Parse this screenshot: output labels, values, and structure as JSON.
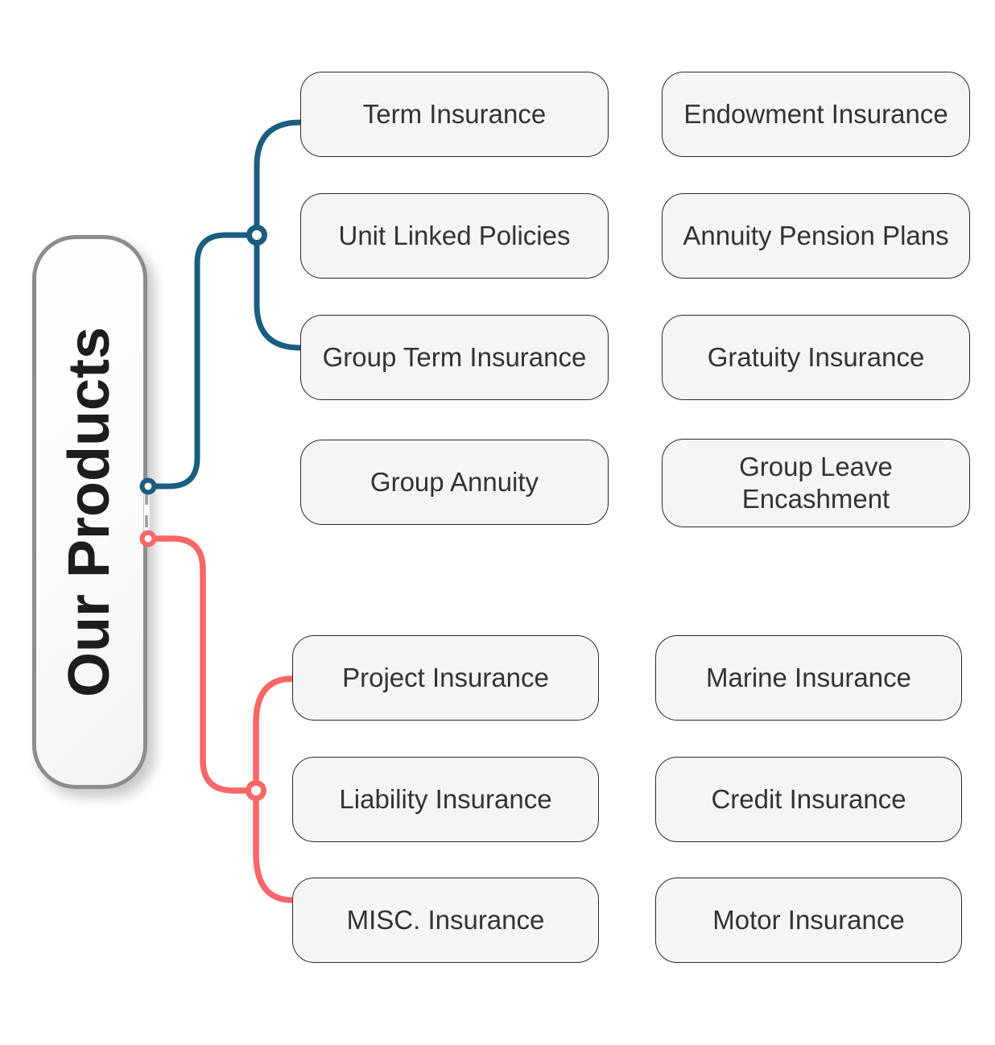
{
  "root": {
    "label": "Our Products"
  },
  "groups": [
    {
      "name": "life-products-branch",
      "color": "#1a5d80",
      "items": [
        {
          "label": "Term Insurance"
        },
        {
          "label": "Endowment Insurance"
        },
        {
          "label": "Unit Linked Policies"
        },
        {
          "label": "Annuity Pension Plans"
        },
        {
          "label": "Group Term Insurance"
        },
        {
          "label": "Gratuity Insurance"
        },
        {
          "label": "Group Annuity"
        },
        {
          "label": "Group Leave\nEncashment"
        }
      ]
    },
    {
      "name": "general-products-branch",
      "color": "#f96666",
      "items": [
        {
          "label": "Project Insurance"
        },
        {
          "label": "Marine Insurance"
        },
        {
          "label": "Liability Insurance"
        },
        {
          "label": "Credit Insurance"
        },
        {
          "label": "MISC. Insurance"
        },
        {
          "label": "Motor Insurance"
        }
      ]
    }
  ],
  "styles": {
    "root_border_color": "#8d8d8d",
    "box_fill": "#f5f5f5",
    "box_border": "#2a2a2a",
    "dash_color": "#9a9a9a"
  }
}
